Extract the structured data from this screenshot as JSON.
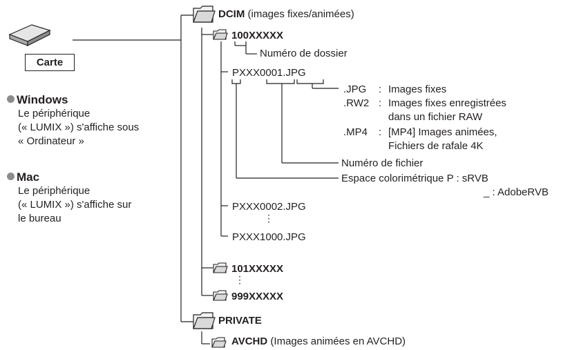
{
  "card_label": "Carte",
  "windows": {
    "title": "Windows",
    "lines": [
      "Le périphérique",
      "(« LUMIX ») s'affiche sous",
      "« Ordinateur »"
    ]
  },
  "mac": {
    "title": "Mac",
    "lines": [
      "Le périphérique",
      "(« LUMIX ») s'affiche sur",
      "le bureau"
    ]
  },
  "tree": {
    "dcim_name": "DCIM",
    "dcim_desc": "(images fixes/animées)",
    "folder_100": "100XXXXX",
    "folder_number_label": "Numéro de dossier",
    "file1": "PXXX0001.JPG",
    "file2": "PXXX0002.JPG",
    "file3": "PXXX1000.JPG",
    "folder_101": "101XXXXX",
    "folder_999": "999XXXXX",
    "private_name": "PRIVATE",
    "avchd_name": "AVCHD",
    "avchd_desc": "(Images animées en AVCHD)",
    "ellipsis": "⋮"
  },
  "extensions": [
    {
      "ext": ".JPG",
      "sep": ":",
      "desc": [
        "Images fixes"
      ]
    },
    {
      "ext": ".RW2",
      "sep": ":",
      "desc": [
        "Images fixes enregistrées",
        "dans un fichier RAW"
      ]
    },
    {
      "ext": ".MP4",
      "sep": ":",
      "desc": [
        "[MP4] Images animées,",
        "Fichiers de rafale 4K"
      ]
    }
  ],
  "file_number_label": "Numéro de fichier",
  "color_space": {
    "label": "Espace colorimétrique P : sRVB",
    "alt": "_ : AdobeRVB"
  },
  "icons": [
    "sd-card-icon",
    "folder-icon"
  ]
}
